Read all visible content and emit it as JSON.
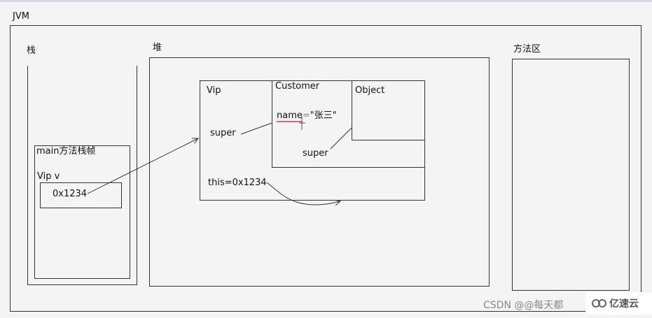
{
  "labels": {
    "jvm": "JVM",
    "stack": "栈",
    "heap": "堆",
    "method_area": "方法区",
    "frame": "main方法栈帧",
    "var": "Vip v",
    "addr": "0x1234",
    "vip": "Vip",
    "customer": "Customer",
    "object": "Object",
    "name_key": "name",
    "name_eq": "=",
    "name_val": "\"张三\"",
    "super_vip": "super",
    "super_customer": "super",
    "this": "this=0x1234"
  },
  "watermark": {
    "csdn": "CSDN @@每天都",
    "yisu": "亿速云"
  },
  "colors": {
    "line": "#333333",
    "name_underline": "#e8648f"
  }
}
